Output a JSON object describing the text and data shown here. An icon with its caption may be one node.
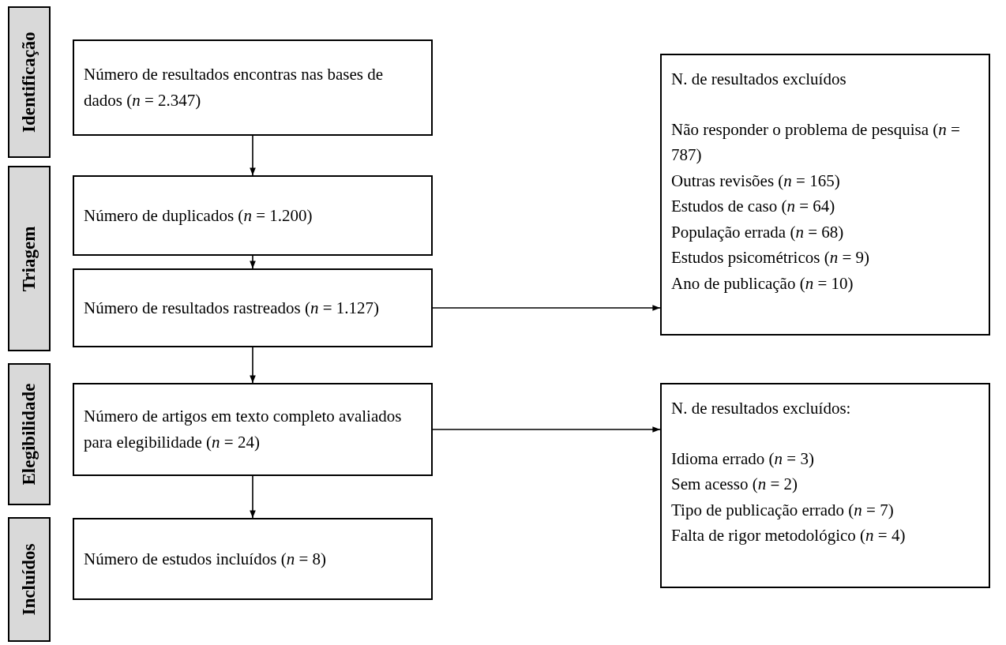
{
  "diagram": {
    "nodes": [
      {
        "text": [
          "Identificação"
        ]
      },
      {
        "text": [
          "Triagem"
        ]
      },
      {
        "text": [
          "Elegibilidade"
        ]
      },
      {
        "text": [
          "Incluídos"
        ]
      },
      {
        "text": [
          "Número de resultados encontras nas bases de dados (*n* = 2.347)"
        ]
      },
      {
        "text": [
          "Número de duplicados (*n* = 1.200)"
        ]
      },
      {
        "text": [
          "Número de resultados rastreados (*n* = 1.127)"
        ]
      },
      {
        "text": [
          "Número de artigos em texto completo avaliados para elegibilidade (*n* = 24)"
        ]
      },
      {
        "text": [
          "Número de estudos incluídos (*n* = 8)"
        ]
      },
      {
        "text": [
          "N. de resultados excluídos",
          "Não responder o problema de pesquisa (*n* = 787)",
          "Outras revisões (*n* = 165)",
          "Estudos de caso (*n* = 64)",
          "População errada (*n* = 68)",
          "Estudos psicométricos (*n* = 9)",
          "Ano de publicação (*n* = 10)"
        ]
      },
      {
        "text": [
          "N. de resultados excluídos:",
          "Idioma errado (*n* = 3)",
          "Sem acesso (*n* = 2)",
          "Tipo de publicação errado (*n* = 7)",
          "Falta de rigor metodológico (*n* = 4)"
        ]
      }
    ],
    "edges": [
      {
        "from": 4,
        "to": 5,
        "arrow": "to"
      },
      {
        "from": 5,
        "to": 6,
        "arrow": "to"
      },
      {
        "from": 6,
        "to": 7,
        "arrow": "to"
      },
      {
        "from": 7,
        "to": 8,
        "arrow": "to"
      },
      {
        "from": 6,
        "to": 9,
        "arrow": "to"
      },
      {
        "from": 7,
        "to": 10,
        "arrow": "to"
      }
    ]
  }
}
